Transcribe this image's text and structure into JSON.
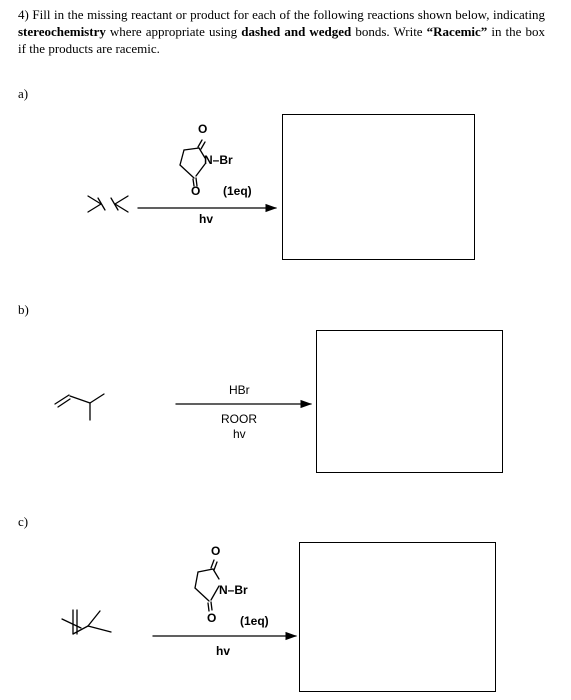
{
  "question": {
    "number": "4)",
    "text_1": "Fill in the missing reactant or product for each of the following reactions shown below, indicating",
    "bold_1": "stereochemistry",
    "text_2": "where appropriate using",
    "bold_2": "dashed and wedged",
    "text_3": "bonds. Write",
    "bold_3": "“Racemic”",
    "text_4": "in the box if the products are racemic."
  },
  "parts": [
    {
      "label": "a)",
      "reagent_atoms": {
        "o_top": "O",
        "n_br": "N–Br",
        "o_bottom": "O"
      },
      "equivalents": "(1eq)",
      "condition": "hv"
    },
    {
      "label": "b)",
      "reagent": "HBr",
      "condition_1": "ROOR",
      "condition_2": "hv"
    },
    {
      "label": "c)",
      "reagent_atoms": {
        "o_top": "O",
        "n_br": "N–Br",
        "o_bottom": "O"
      },
      "equivalents": "(1eq)",
      "condition": "hv"
    }
  ]
}
